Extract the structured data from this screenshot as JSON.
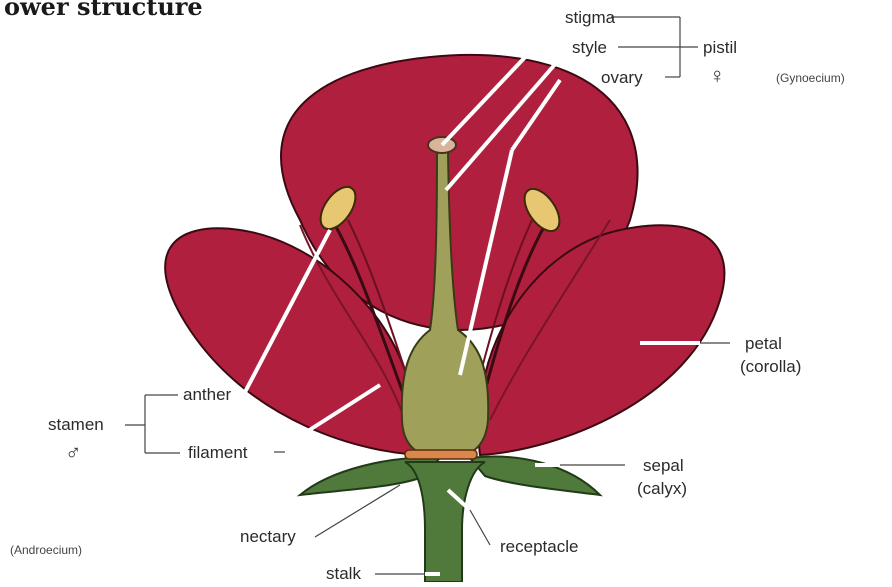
{
  "title": "ower structure",
  "labels": {
    "stigma": "stigma",
    "style": "style",
    "ovary": "ovary",
    "pistil": "pistil",
    "female_symbol": "♀",
    "gynoecium": "(Gynoecium)",
    "anther": "anther",
    "stamen": "stamen",
    "male_symbol": "♂",
    "filament": "filament",
    "petal": "petal",
    "corolla": "(corolla)",
    "sepal": "sepal",
    "calyx": "(calyx)",
    "nectary": "nectary",
    "receptacle": "receptacle",
    "stalk": "stalk",
    "androecium": "(Androecium)"
  },
  "colors": {
    "petal": "#b0203e",
    "petal_dark": "#8e1831",
    "sepal": "#4f7a3b",
    "pistil": "#9fa05a",
    "anther": "#e8c772",
    "nectary": "#d9874a",
    "leader": "#ffffff"
  }
}
